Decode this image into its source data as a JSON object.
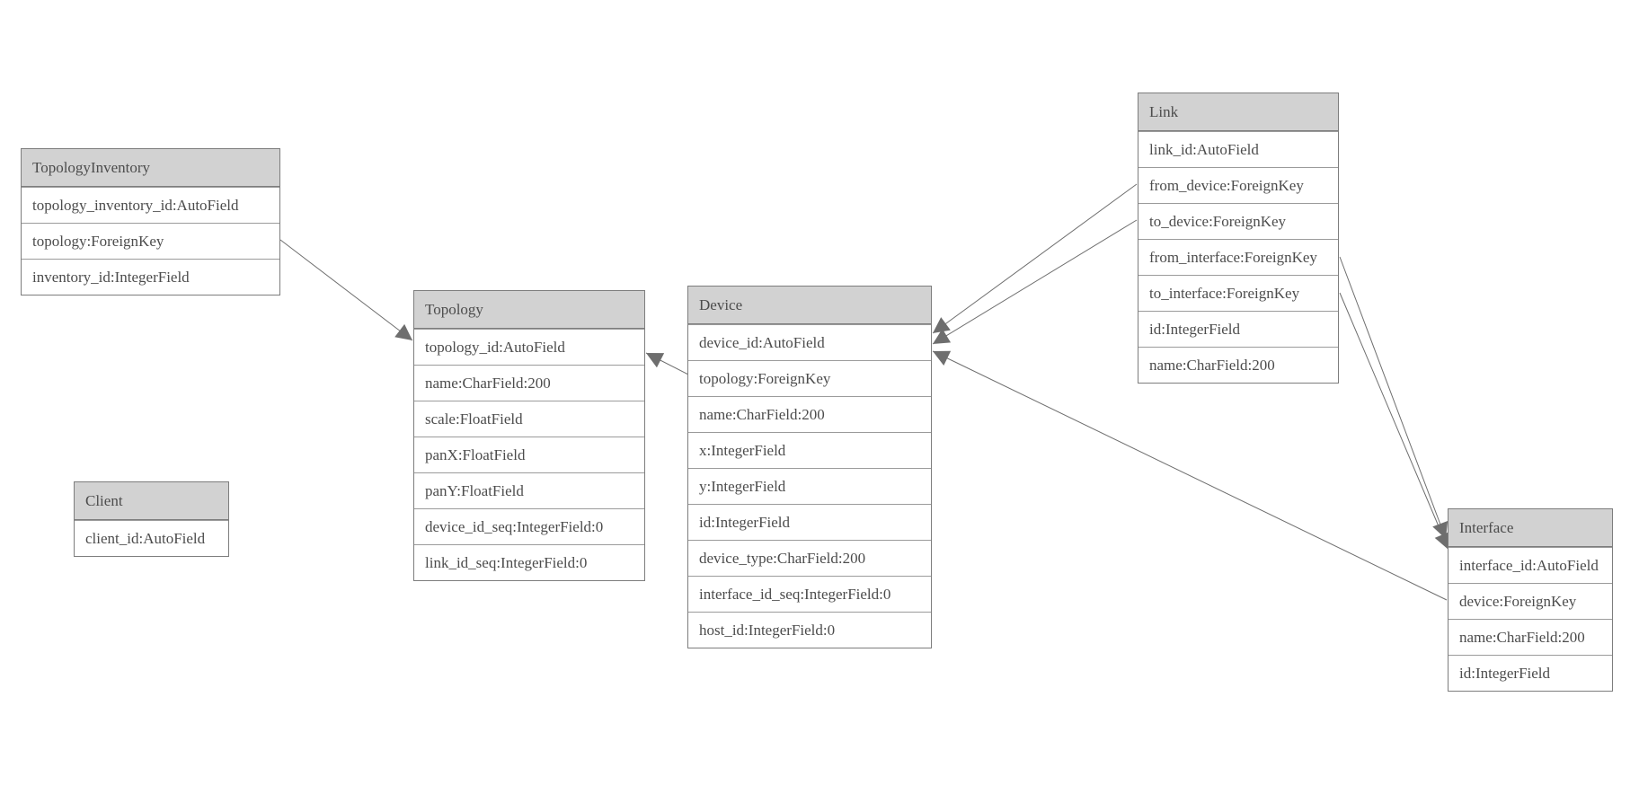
{
  "diagram": {
    "background": "#ffffff",
    "colors": {
      "header_fill": "#d2d2d2",
      "border": "#7d7d7d",
      "row_separator": "#9b9b9b",
      "text": "#4c4c4c",
      "edge_line": "#6e6e6e",
      "arrowhead_fill": "#6e6e6e"
    },
    "entities": [
      {
        "name": "TopologyInventory",
        "fields": [
          "topology_inventory_id:AutoField",
          "topology:ForeignKey",
          "inventory_id:IntegerField"
        ]
      },
      {
        "name": "Topology",
        "fields": [
          "topology_id:AutoField",
          "name:CharField:200",
          "scale:FloatField",
          "panX:FloatField",
          "panY:FloatField",
          "device_id_seq:IntegerField:0",
          "link_id_seq:IntegerField:0"
        ]
      },
      {
        "name": "Client",
        "fields": [
          "client_id:AutoField"
        ]
      },
      {
        "name": "Device",
        "fields": [
          "device_id:AutoField",
          "topology:ForeignKey",
          "name:CharField:200",
          "x:IntegerField",
          "y:IntegerField",
          "id:IntegerField",
          "device_type:CharField:200",
          "interface_id_seq:IntegerField:0",
          "host_id:IntegerField:0"
        ]
      },
      {
        "name": "Link",
        "fields": [
          "link_id:AutoField",
          "from_device:ForeignKey",
          "to_device:ForeignKey",
          "from_interface:ForeignKey",
          "to_interface:ForeignKey",
          "id:IntegerField",
          "name:CharField:200"
        ]
      },
      {
        "name": "Interface",
        "fields": [
          "interface_id:AutoField",
          "device:ForeignKey",
          "name:CharField:200",
          "id:IntegerField"
        ]
      }
    ],
    "relationships": [
      {
        "from": "TopologyInventory.topology",
        "to": "Topology"
      },
      {
        "from": "Device.topology",
        "to": "Topology"
      },
      {
        "from": "Link.from_device",
        "to": "Device"
      },
      {
        "from": "Link.to_device",
        "to": "Device"
      },
      {
        "from": "Link.from_interface",
        "to": "Interface"
      },
      {
        "from": "Link.to_interface",
        "to": "Interface"
      },
      {
        "from": "Interface.device",
        "to": "Device"
      }
    ]
  }
}
